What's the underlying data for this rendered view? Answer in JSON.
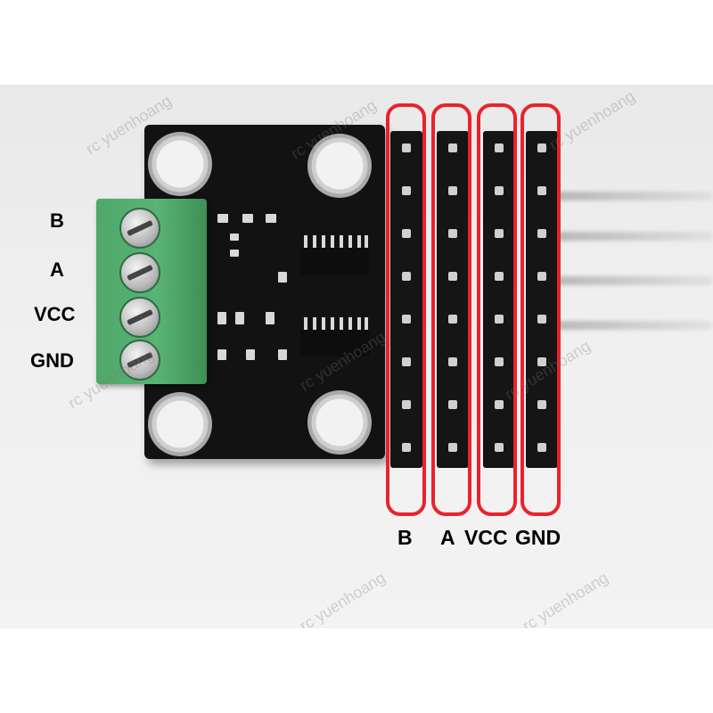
{
  "terminal_labels": [
    "B",
    "A",
    "VCC",
    "GND"
  ],
  "header_labels": [
    "B",
    "A",
    "VCC",
    "GND"
  ],
  "watermark": "rc yuenhoang",
  "colors": {
    "highlight": "#e8232d",
    "board": "#121212",
    "terminal": "#58b474"
  }
}
